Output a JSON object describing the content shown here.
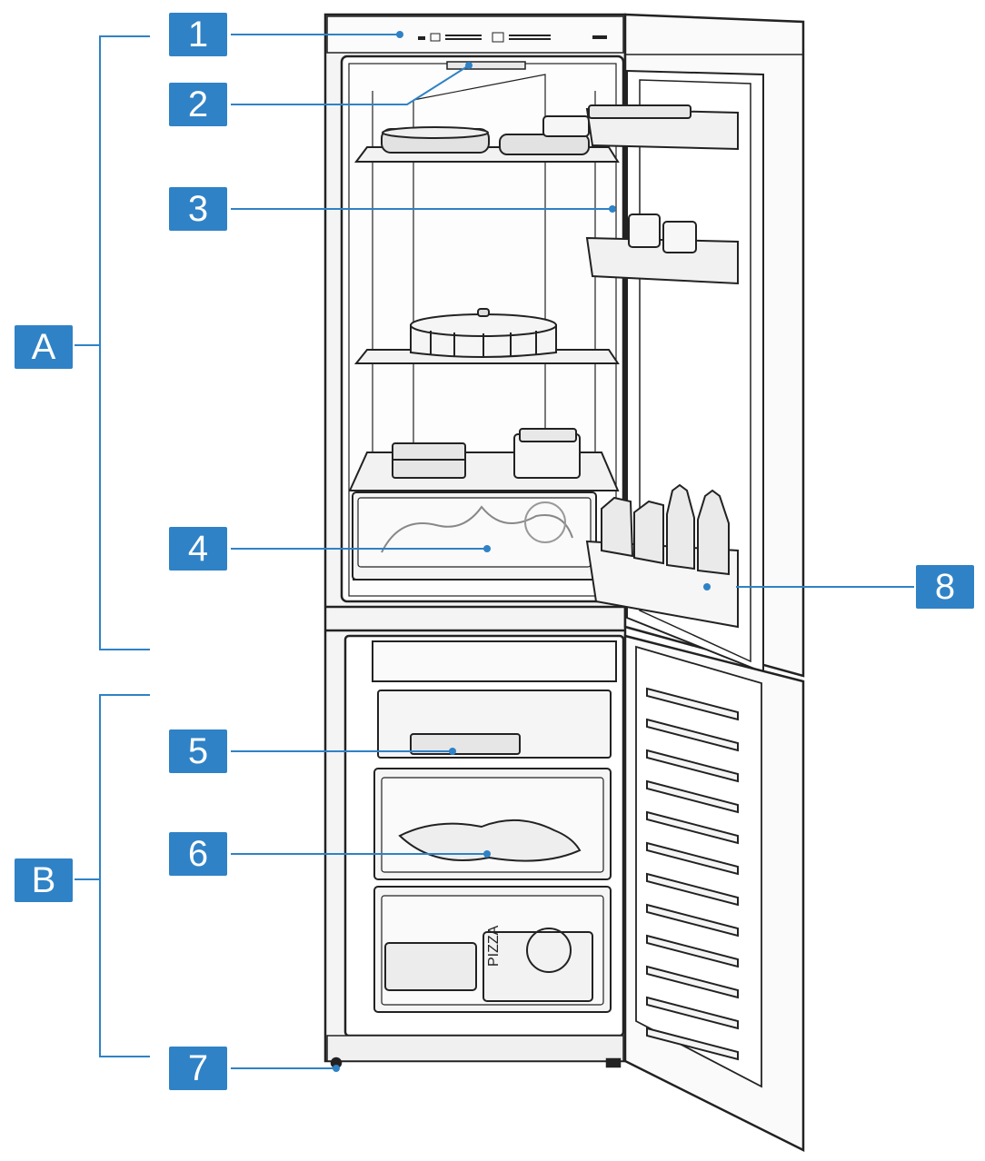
{
  "diagram": {
    "zone_labels": [
      "A",
      "B"
    ],
    "callout_labels": [
      "1",
      "2",
      "3",
      "4",
      "5",
      "6",
      "7",
      "8"
    ],
    "pizza_box_text": "PIZZA",
    "colors": {
      "callout": "#2f82c6",
      "leader": "#2f82c6",
      "outline": "#222222",
      "fill_light": "#f2f2f2",
      "fill_mid": "#d9d9d9"
    }
  }
}
